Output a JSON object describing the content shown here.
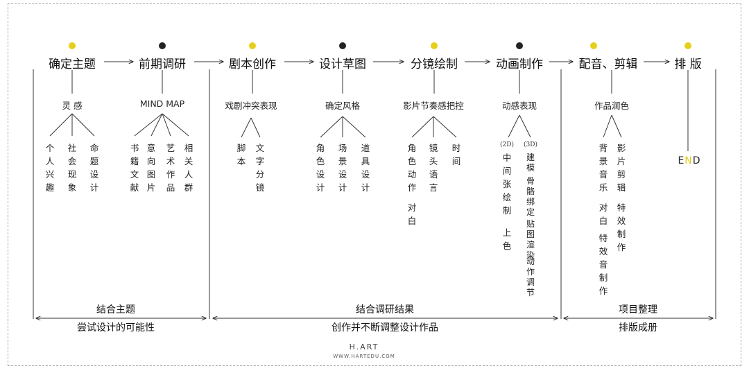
{
  "dot_colors": {
    "yellow": "#e5cf1b",
    "black": "#222222"
  },
  "stages": [
    {
      "label": "确定主题",
      "dot": "yellow"
    },
    {
      "label": "前期调研",
      "dot": "black"
    },
    {
      "label": "剧本创作",
      "dot": "yellow"
    },
    {
      "label": "设计草图",
      "dot": "black"
    },
    {
      "label": "分镜绘制",
      "dot": "yellow"
    },
    {
      "label": "动画制作",
      "dot": "black"
    },
    {
      "label": "配音、剪辑",
      "dot": "yellow"
    },
    {
      "label": "排 版",
      "dot": "yellow"
    }
  ],
  "subtopics": [
    "灵 感",
    "MIND MAP",
    "戏剧冲突表现",
    "确定风格",
    "影片节奏感把控",
    "动感表现",
    "作品润色"
  ],
  "leaves": {
    "inspiration": [
      "个人兴趣",
      "社会现象",
      "命题设计"
    ],
    "mindmap": [
      "书籍文献",
      "意向图片",
      "艺术作品",
      "相关人群"
    ],
    "drama": [
      "脚本",
      "文字分镜"
    ],
    "style": [
      "角色设计",
      "场景设计",
      "道具设计"
    ],
    "rhythm": [
      "角色动作",
      "对白",
      "镜头语言",
      "时间"
    ],
    "motion_tags": [
      "(2D)",
      "(3D)"
    ],
    "motion": [
      "中间张绘制",
      "上色",
      "建模",
      "骨骼绑定",
      "贴图渲染",
      "动作调节"
    ],
    "polish": [
      "背景音乐",
      "对白",
      "特效音制作",
      "影片剪辑",
      "特效制作"
    ]
  },
  "end_label": {
    "first": "E",
    "accent": "N",
    "last": "D"
  },
  "bottom": [
    {
      "top": "结合主题",
      "bottom": "尝试设计的可能性"
    },
    {
      "top": "结合调研结果",
      "bottom": "创作并不断调整设计作品"
    },
    {
      "top": "项目整理",
      "bottom": "排版成册"
    }
  ],
  "watermark": {
    "brand": "H.ART",
    "url": "WWW.HARTEDU.COM"
  }
}
